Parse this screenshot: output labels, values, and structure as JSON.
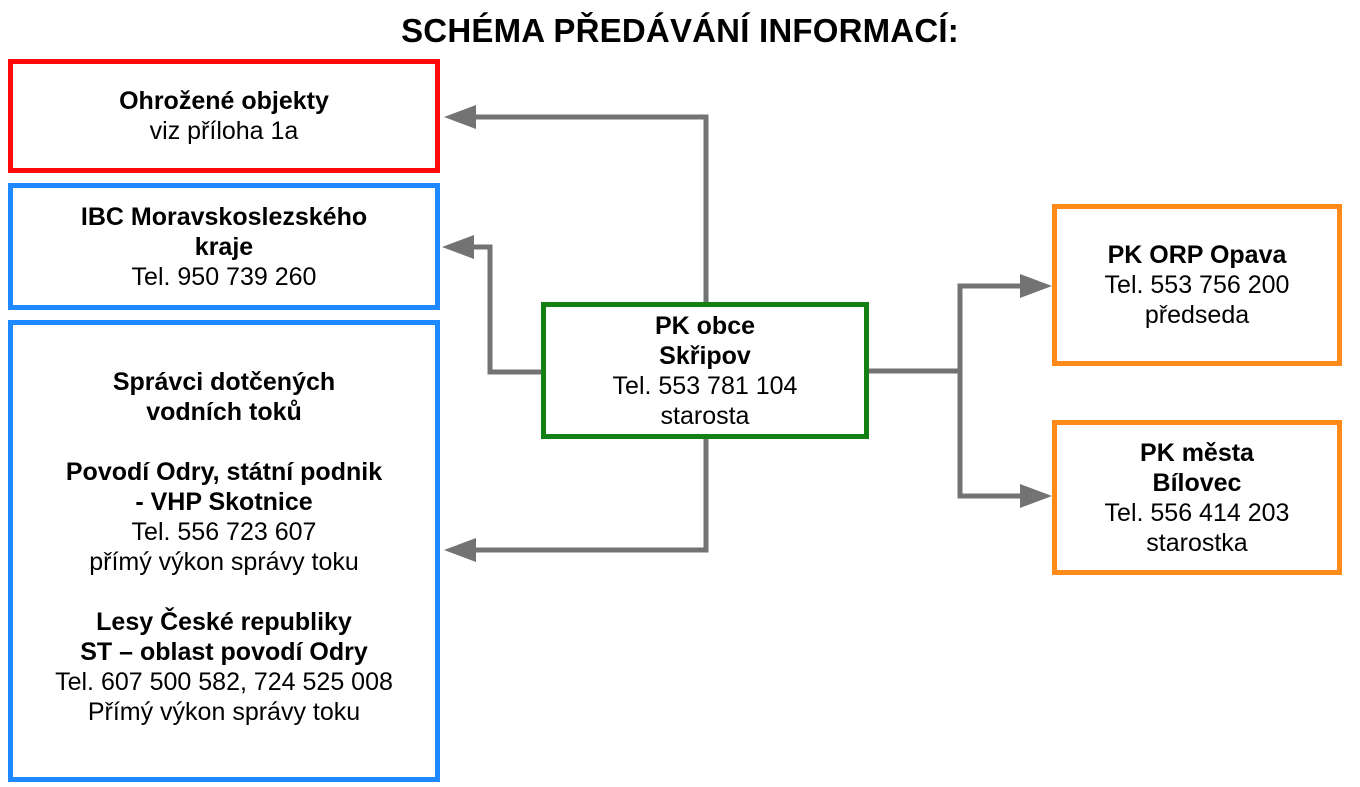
{
  "title": "SCHÉMA PŘEDÁVÁNÍ INFORMACÍ:",
  "colors": {
    "red": "#ff0a0a",
    "blue": "#1e88ff",
    "green": "#128012",
    "orange": "#ff8a1a",
    "arrow": "#737373"
  },
  "boxes": {
    "ohrozene": {
      "name": "Ohrožené objekty",
      "detail": "viz příloha 1a"
    },
    "ibc": {
      "line1": "IBC Moravskoslezského",
      "line2": "kraje",
      "tel": "Tel. 950 739 260"
    },
    "spravci": {
      "heading1": "Správci dotčených",
      "heading2": "vodních toků",
      "povodi1": "Povodí Odry, státní podnik",
      "povodi2": "- VHP Skotnice",
      "povodi_tel": "Tel. 556 723 607",
      "povodi_role": "přímý výkon správy toku",
      "lesy1": "Lesy České republiky",
      "lesy2": "ST – oblast povodí Odry",
      "lesy_tel": "Tel. 607 500 582, 724 525 008",
      "lesy_role": "Přímý výkon správy toku"
    },
    "pk_obce": {
      "line1": "PK obce",
      "line2": "Skřipov",
      "tel": "Tel. 553 781 104",
      "role": "starosta"
    },
    "pk_orp": {
      "line1": "PK ORP Opava",
      "tel": "Tel. 553 756 200",
      "role": "předseda"
    },
    "pk_bilovec": {
      "line1": "PK města",
      "line2": "Bílovec",
      "tel": "Tel. 556 414 203",
      "role": "starostka"
    }
  }
}
